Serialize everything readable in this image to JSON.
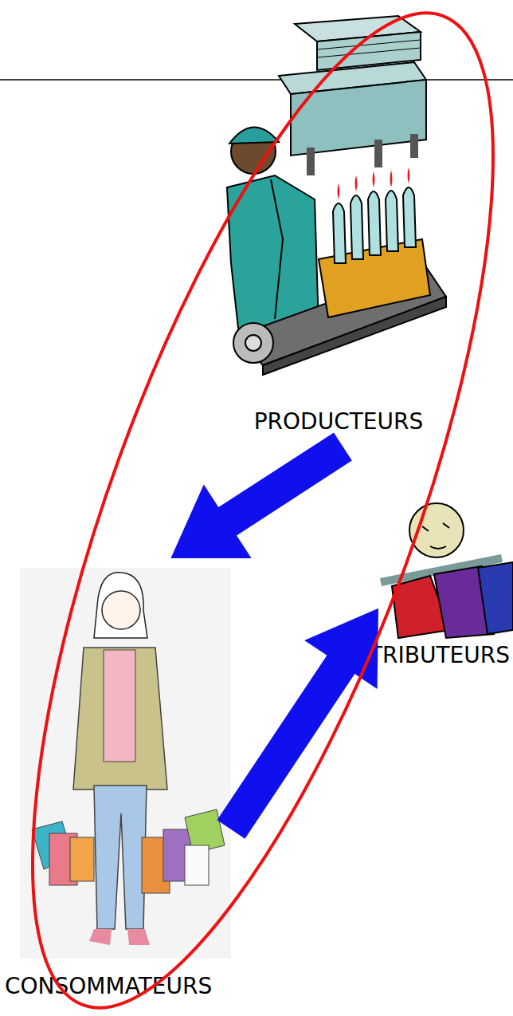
{
  "diagram": {
    "nodes": [
      {
        "text": [
          "PRODUCTEURS"
        ]
      },
      {
        "text": [
          "CONSOMMATEURS"
        ]
      },
      {
        "text": [
          "DISTRIBUTEURS"
        ]
      }
    ],
    "edges": [
      {
        "from": 0,
        "to": 1,
        "arrow": "to"
      },
      {
        "from": 1,
        "to": 2,
        "arrow": "to"
      }
    ]
  }
}
